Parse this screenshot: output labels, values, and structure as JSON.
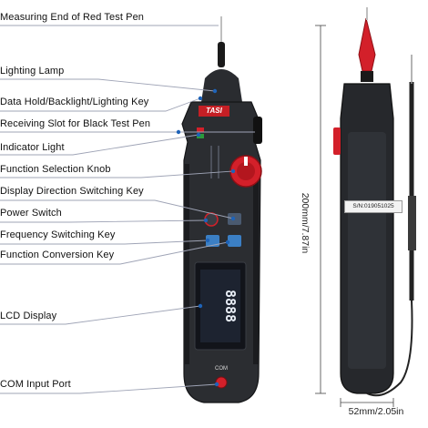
{
  "labels": {
    "measuring_end": "Measuring End of Red Test Pen",
    "lighting_lamp": "Lighting Lamp",
    "data_hold": "Data Hold/Backlight/Lighting Key",
    "receiving_slot": "Receiving Slot for Black Test Pen",
    "indicator_light": "Indicator Light",
    "function_knob": "Function Selection Knob",
    "display_direction": "Display Direction Switching Key",
    "power_switch": "Power Switch",
    "frequency_key": "Frequency Switching Key",
    "function_conversion": "Function Conversion Key",
    "lcd_display": "LCD Display",
    "com_port": "COM Input Port"
  },
  "dimensions": {
    "height": "200mm/7.87in",
    "width": "52mm/2.05in"
  },
  "device": {
    "brand": "TASI",
    "serial": "S/N:019051025",
    "lcd_digits": "8888",
    "com_label": "COM"
  },
  "colors": {
    "body": "#2b2d31",
    "body_dark": "#1b1c1f",
    "accent_red": "#d3202a",
    "leader_line": "#9fa4b6",
    "dot": "#1e63b8"
  }
}
